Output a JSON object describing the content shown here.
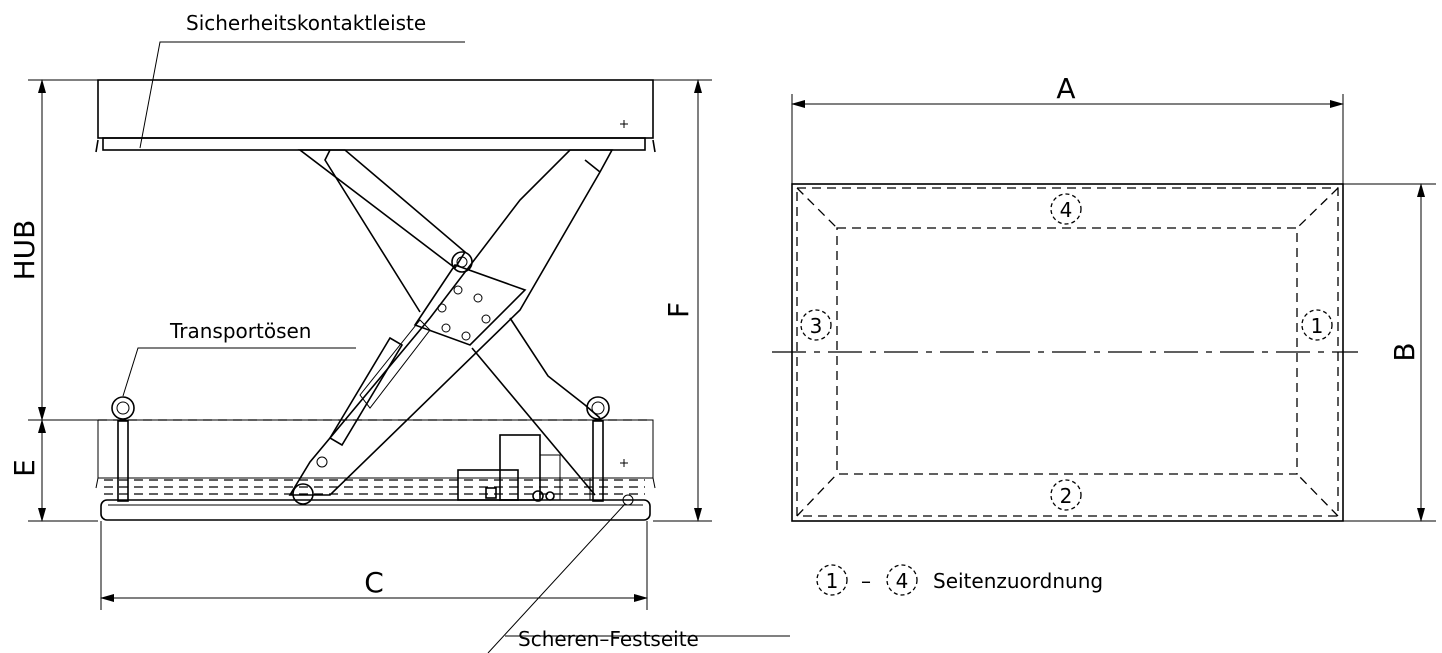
{
  "labels": {
    "safety_edge": "Sicherheitskontaktleiste",
    "transport_eyes": "Transportösen",
    "scissor_fixed_side": "Scheren–Festseite",
    "side_assignment": "Seitenzuordnung",
    "range_dash": "–"
  },
  "dimensions": {
    "stroke": "HUB",
    "base_height": "E",
    "total_height": "F",
    "base_length": "C",
    "top_length": "A",
    "top_width": "B"
  },
  "sides": {
    "s1": "1",
    "s2": "2",
    "s3": "3",
    "s4": "4"
  },
  "legend": {
    "from": "1",
    "to": "4"
  },
  "colors": {
    "line": "#000000",
    "background": "#ffffff"
  }
}
